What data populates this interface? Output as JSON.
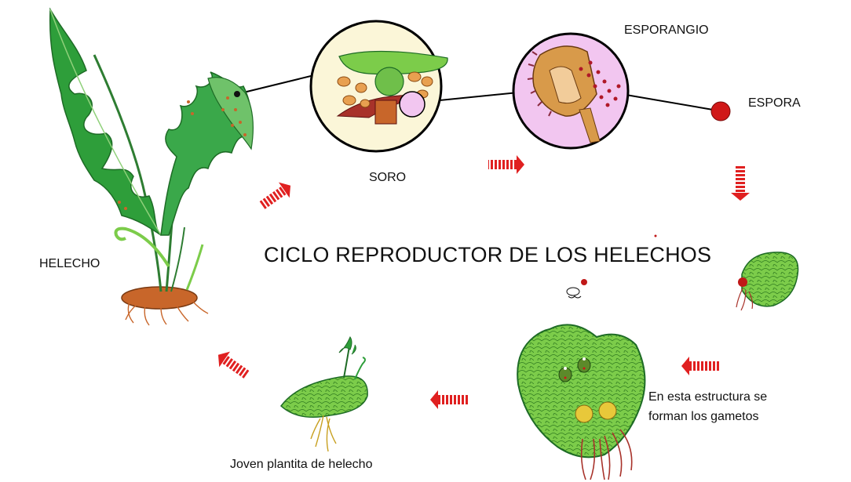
{
  "title": "CICLO REPRODUCTOR DE LOS HELECHOS",
  "labels": {
    "helecho": "HELECHO",
    "soro": "SORO",
    "esporangio": "ESPORANGIO",
    "espora": "ESPORA",
    "gametos_line1": "En esta estructura se",
    "gametos_line2": "forman los gametos",
    "joven": "Joven plantita de helecho"
  },
  "colors": {
    "fern_green": "#2e9e3a",
    "fern_dark": "#1d6b25",
    "prothallus": "#7ccc4a",
    "arrow_red": "#e02020",
    "spore_red": "#d01818",
    "sporangium_bg": "#f2c6f0",
    "root_orange": "#c8662a"
  },
  "icons": [
    "fern-plant-icon",
    "soro-circle-icon",
    "esporangio-circle-icon",
    "spore-icon",
    "prothallus-icon",
    "young-fern-icon",
    "cycle-arrow-icon"
  ]
}
